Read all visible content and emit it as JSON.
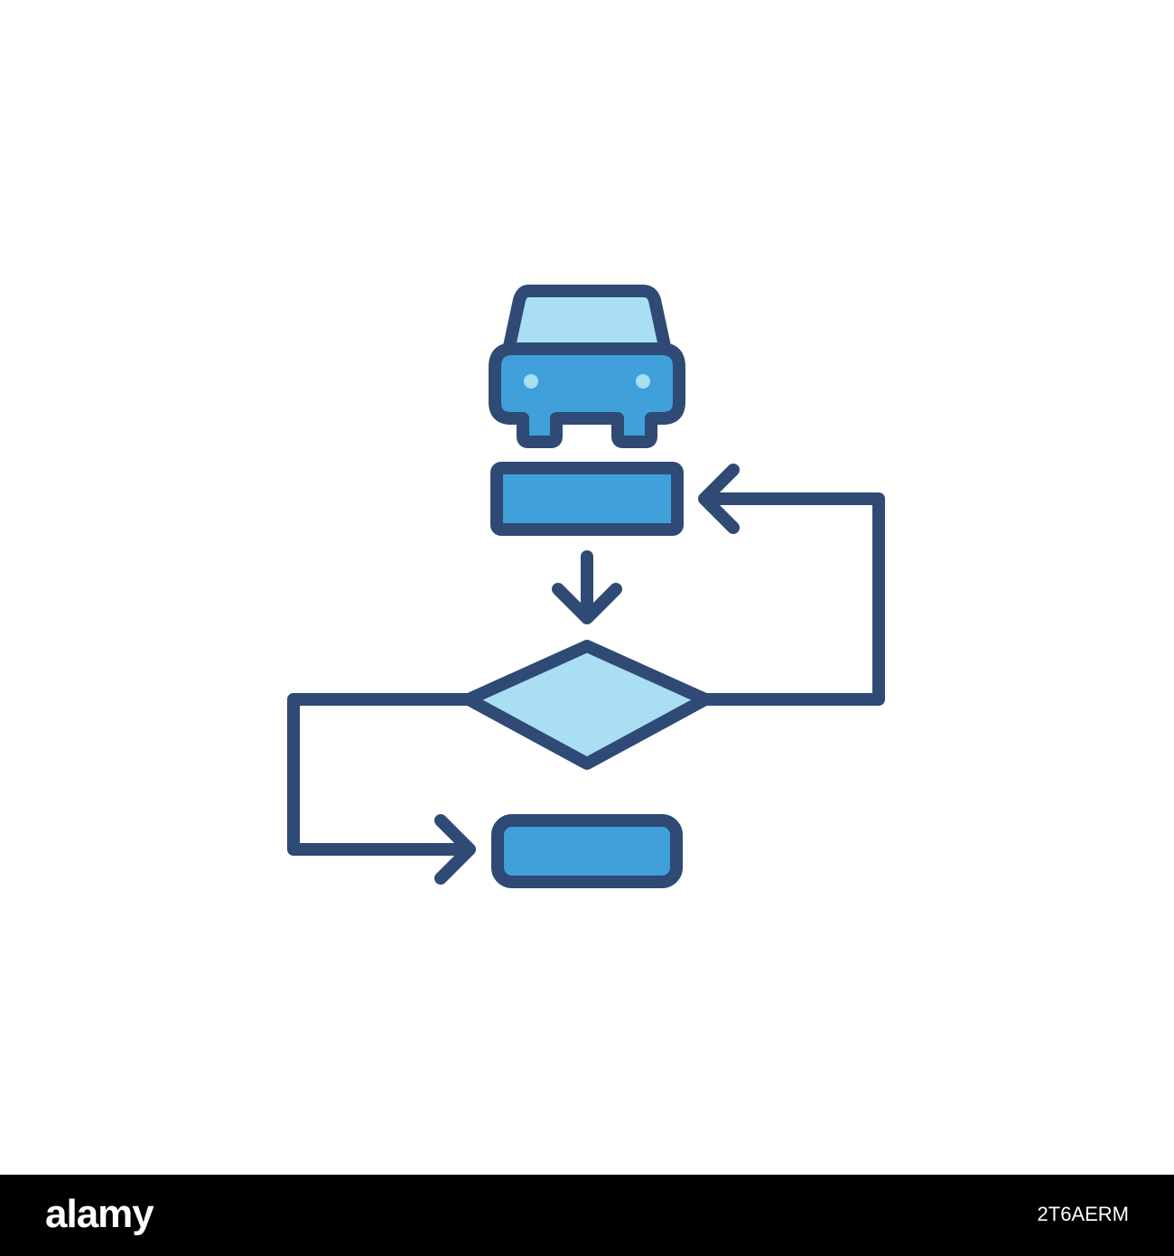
{
  "colors": {
    "stroke": "#2e4a75",
    "fill_mid": "#3fa0da",
    "fill_light": "#a9def3",
    "light_dot": "#a9def3",
    "background": "#ffffff",
    "footer": "#000000",
    "footer_text": "#ffffff"
  },
  "icon": {
    "semantic": "car-flowchart-icon",
    "parts": [
      "car-icon",
      "process-box",
      "down-arrow",
      "decision-diamond",
      "terminal-box",
      "loop-back-arrow",
      "right-arrow"
    ]
  },
  "footer": {
    "logo": "alamy",
    "image_id": "2T6AERM"
  }
}
